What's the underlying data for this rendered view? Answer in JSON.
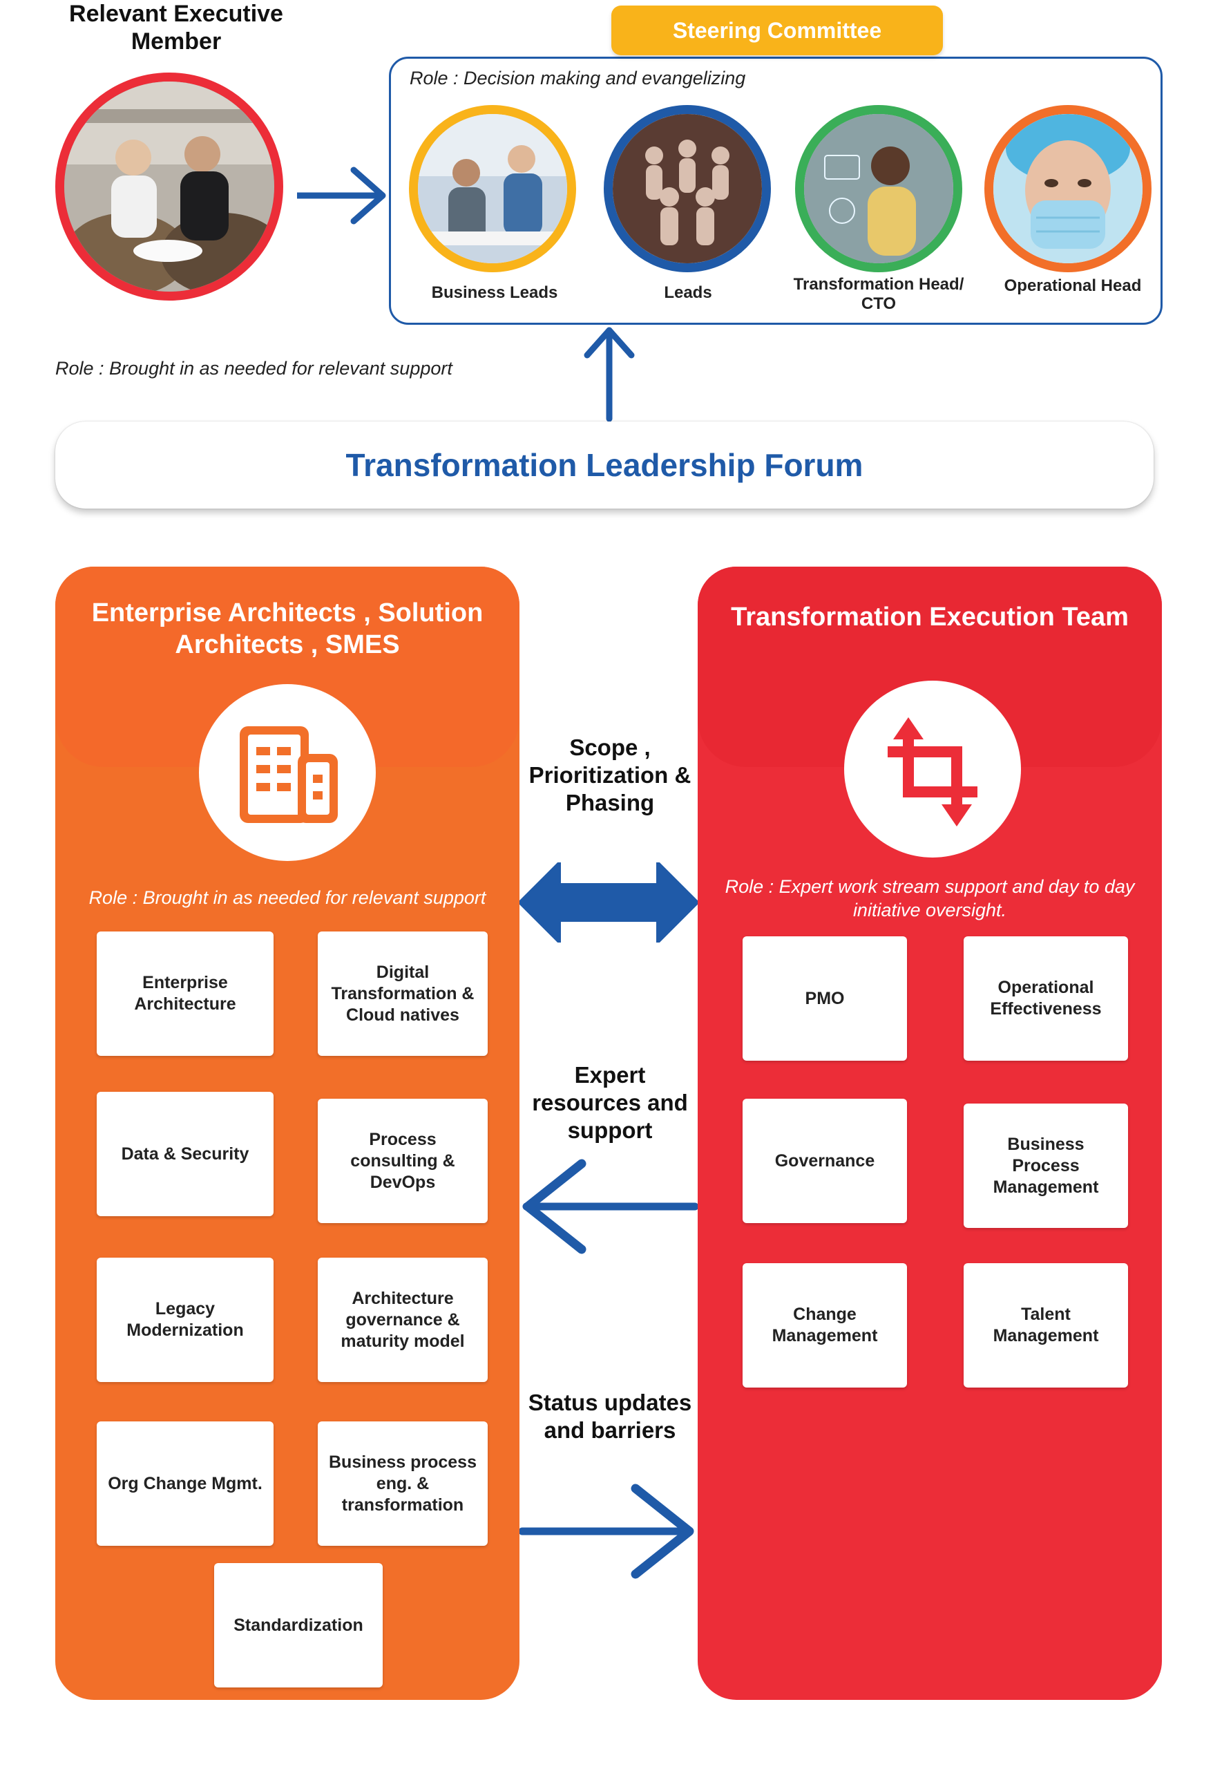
{
  "executive": {
    "title": "Relevant Executive Member",
    "role": "Role : Brought in as needed for relevant support",
    "photo_icon": "meeting-photo"
  },
  "steering": {
    "badge": "Steering Committee",
    "role": "Role : Decision making and evangelizing",
    "members": [
      {
        "label": "Business Leads",
        "ring_color": "#f9b31a",
        "photo_icon": "team-meeting-photo"
      },
      {
        "label": "Leads",
        "ring_color": "#1f5aa8",
        "photo_icon": "figures-photo"
      },
      {
        "label": "Transformation Head/ CTO",
        "ring_color": "#3aae58",
        "photo_icon": "tech-person-photo"
      },
      {
        "label": "Operational Head",
        "ring_color": "#f26f29",
        "photo_icon": "medical-mask-photo"
      }
    ]
  },
  "forum": {
    "title": "Transformation Leadership Forum"
  },
  "architects": {
    "title": "Enterprise Architects , Solution Architects , SMES",
    "icon": "building-icon",
    "role": "Role : Brought in as needed for relevant support",
    "items": [
      "Enterprise Architecture",
      "Digital Transformation & Cloud natives",
      "Data & Security",
      "Process consulting & DevOps",
      "Legacy Modernization",
      "Architecture governance & maturity model",
      "Org Change Mgmt.",
      "Business process eng. & transformation",
      "Standardization"
    ]
  },
  "execution": {
    "title": "Transformation Execution Team",
    "icon": "crop-arrows-icon",
    "role": "Role : Expert work stream support and day to day initiative oversight.",
    "items": [
      "PMO",
      "Operational Effectiveness",
      "Governance",
      "Business Process Management",
      "Change Management",
      "Talent Management"
    ]
  },
  "flows": {
    "scope": "Scope , Prioritization & Phasing",
    "expert": "Expert resources and support",
    "status": "Status updates and barriers"
  },
  "colors": {
    "blue": "#1f5aa8",
    "orange": "#f26f29",
    "red": "#ec2d38",
    "yellow": "#f9b31a",
    "green": "#3aae58"
  }
}
